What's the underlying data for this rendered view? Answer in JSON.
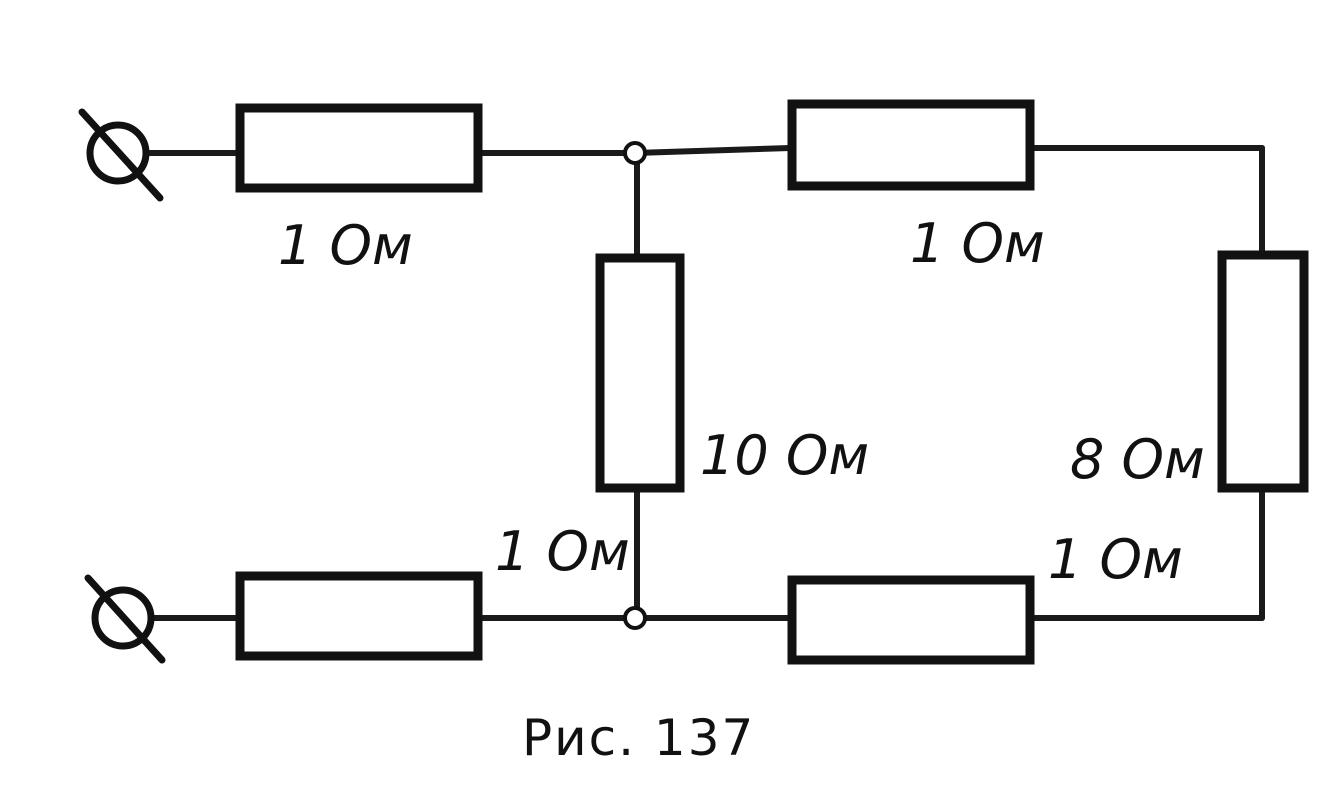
{
  "resistors": [
    {
      "id": "r-top-left",
      "label": "1 Ом"
    },
    {
      "id": "r-top-right",
      "label": "1 Ом"
    },
    {
      "id": "r-middle",
      "label": "10 Ом"
    },
    {
      "id": "r-right",
      "label": "8 Ом"
    },
    {
      "id": "r-bottom-left",
      "label": "1 Ом"
    },
    {
      "id": "r-bottom-right",
      "label": "1 Ом"
    }
  ],
  "caption": "Рис. 137"
}
